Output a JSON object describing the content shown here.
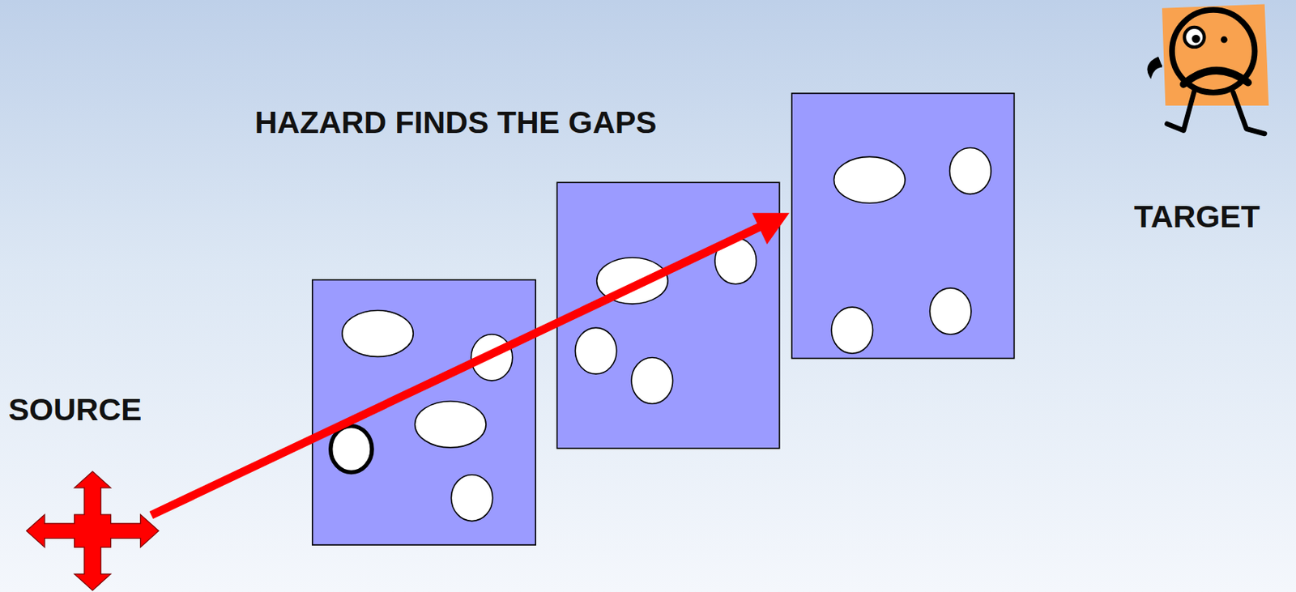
{
  "diagram": {
    "title": "HAZARD FINDS THE GAPS",
    "labels": [
      "SOURCE",
      "TARGET"
    ]
  }
}
